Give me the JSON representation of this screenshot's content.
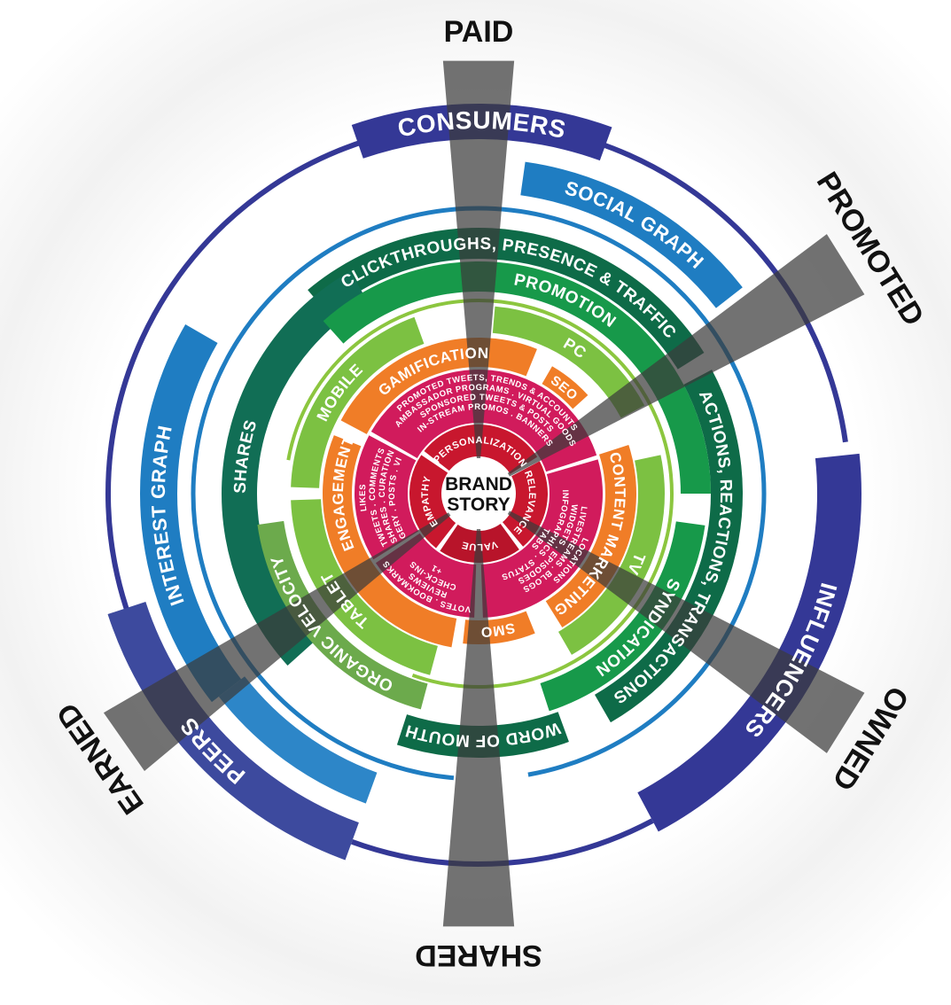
{
  "center": {
    "line1": "BRAND",
    "line2": "STORY"
  },
  "core_values": [
    "PERSONALIZATION",
    "RELEVANCE",
    "VALUE",
    "EMPATHY"
  ],
  "tactics": {
    "paid": [
      "PROMOTED TWEETS, TRENDS & ACCOUNTS",
      "AMBASSADOR PROGRAMS . VIRTUAL GOODS",
      "SPONSORED TWEETS & POSTS",
      "IN-STREAM PROMOS . BANNERS"
    ],
    "owned": [
      "LOCATIONS",
      "LIVESTREAMS . BLOGS",
      "WIDGETS . EPISODES",
      "INFOGRAPHICS . STATUS",
      "TABS"
    ],
    "shared": [
      "VOTES . BOOKMARKS",
      "REVIEWS",
      "CHECK-INS",
      "+1"
    ],
    "earned": [
      "LIKES",
      "TWEETS . COMMENTS",
      "SHARES . CURATION",
      "IMAGERY . POSTS . VIEWS"
    ]
  },
  "channels": {
    "gamification": "GAMIFICATION",
    "seo": "SEO",
    "content_marketing": "CONTENT MARKETING",
    "smo": "SMO",
    "engagement": "ENGAGEMENT"
  },
  "devices": {
    "pc": "PC",
    "tv": "TV",
    "tablet": "TABLET",
    "mobile": "MOBILE"
  },
  "outcomes": {
    "promotion": "PROMOTION",
    "syndication": "SYNDICATION",
    "organic_velocity": "ORGANIC VELOCITY",
    "clickthroughs": "CLICKTHROUGHS, PRESENCE & TRAFFIC",
    "actions": "ACTIONS, REACTIONS, TRANSACTIONS",
    "word_of_mouth": "WORD OF MOUTH",
    "shares": "SHARES"
  },
  "graphs": {
    "social": "SOCIAL GRAPH",
    "interest": "INTEREST GRAPH"
  },
  "audiences": {
    "consumers": "CONSUMERS",
    "influencers": "INFLUENCERS",
    "peers": "PEERS"
  },
  "media_types": {
    "paid": "PAID",
    "promoted": "PROMOTED",
    "owned": "OWNED",
    "shared": "SHARED",
    "earned": "EARNED"
  },
  "colors": {
    "red": "#c8172e",
    "pink": "#d11b5c",
    "orange": "#f07d27",
    "light_green": "#7cc142",
    "green": "#17994a",
    "mid_green": "#6caa4c",
    "dark_green": "#0e6b48",
    "blue": "#1f7dc2",
    "navy": "#343896",
    "beam": "#3c3c3c"
  }
}
